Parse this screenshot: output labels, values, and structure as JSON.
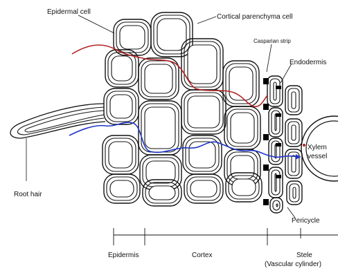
{
  "labels": {
    "epidermal_cell": "Epidermal cell",
    "cortical_cell": "Cortical parenchyma cell",
    "casparian_strip": "Casparian strip",
    "endodermis": "Endodermis",
    "xylem_line1": "Xylem",
    "xylem_line2": "vessel",
    "root_hair": "Root hair",
    "pericycle": "Pericycle"
  },
  "scale": {
    "epidermis": "Epidermis",
    "cortex": "Cortex",
    "stele_line1": "Stele",
    "stele_line2": "(Vascular cylinder)"
  },
  "colors": {
    "apoplastic_path": "#b22222",
    "symplastic_path": "#1f35c8",
    "casparian_strip": "#000000",
    "cell_outline": "#111111"
  }
}
